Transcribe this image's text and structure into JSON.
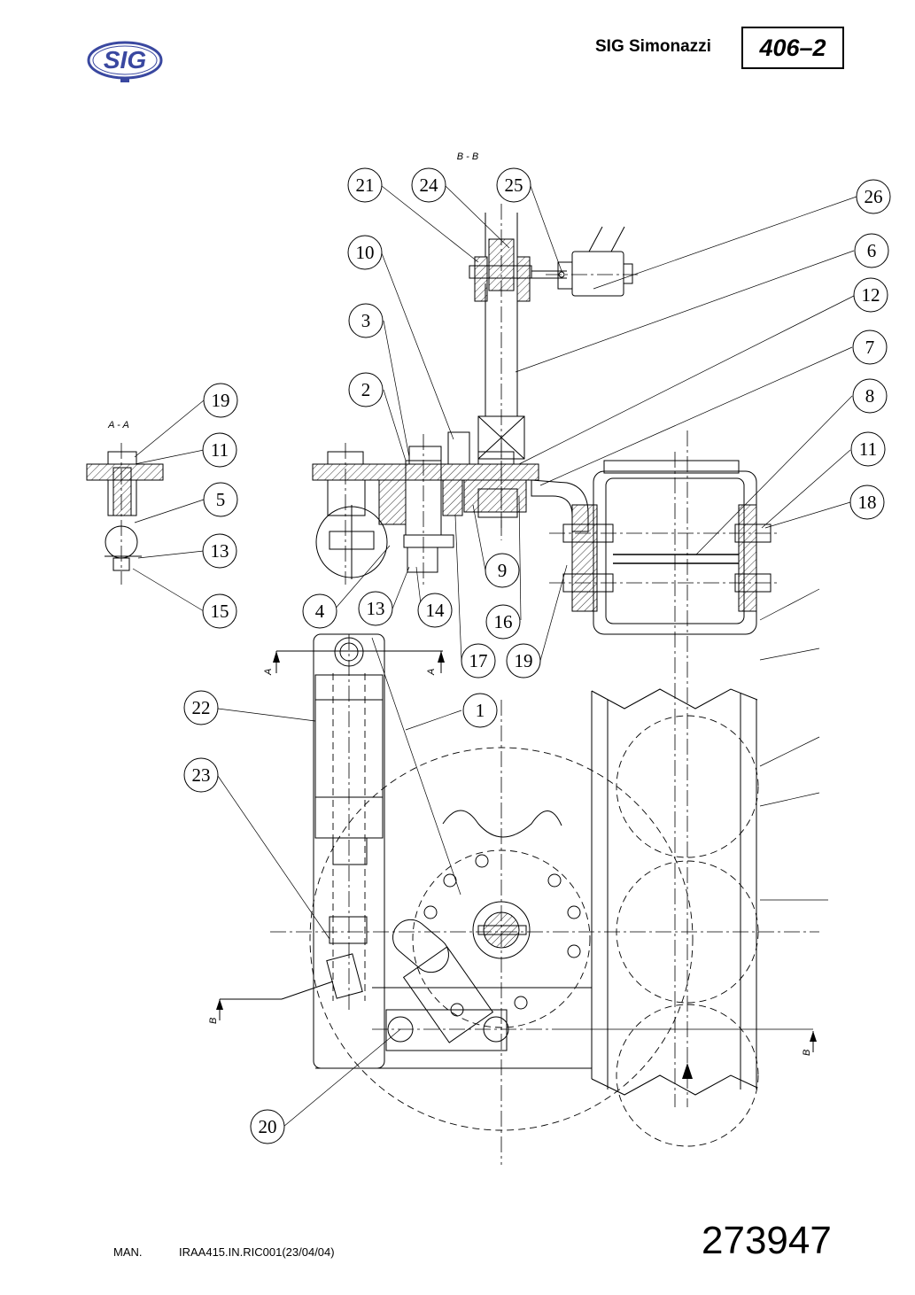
{
  "header": {
    "logo_text": "SIG",
    "company": "SIG Simonazzi",
    "doc_number": "406–2"
  },
  "section_labels": {
    "bb": "B - B",
    "aa": "A - A",
    "cut_a": "A",
    "cut_b": "B"
  },
  "callouts": [
    "21",
    "24",
    "25",
    "26",
    "6",
    "10",
    "12",
    "3",
    "7",
    "2",
    "8",
    "19",
    "11",
    "11",
    "18",
    "5",
    "13",
    "9",
    "15",
    "4",
    "13",
    "14",
    "16",
    "17",
    "19",
    "22",
    "1",
    "23",
    "20"
  ],
  "footer": {
    "man_label": "MAN.",
    "ref": "IRAA415.IN.RIC001(23/04/04)",
    "page_number": "273947"
  },
  "colors": {
    "logo": "#3a48a0",
    "ink": "#000000"
  }
}
